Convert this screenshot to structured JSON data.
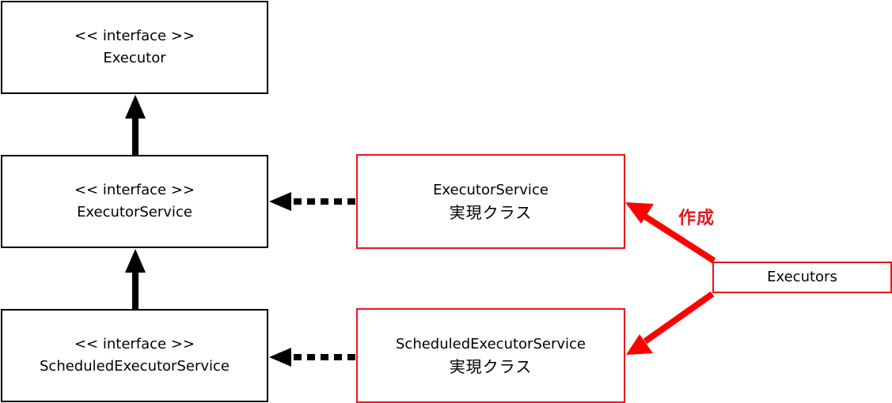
{
  "boxes": {
    "executor": {
      "stereotype": "<< interface >>",
      "name": "Executor"
    },
    "executor_service": {
      "stereotype": "<< interface >>",
      "name": "ExecutorService"
    },
    "scheduled_executor_service": {
      "stereotype": "<< interface >>",
      "name": "ScheduledExecutorService"
    },
    "impl_executor_service": {
      "name": "ExecutorService",
      "subtitle": "実現クラス"
    },
    "impl_scheduled_executor_service": {
      "name": "ScheduledExecutorService",
      "subtitle": "実現クラス"
    },
    "executors": {
      "name": "Executors"
    }
  },
  "labels": {
    "create": "作成"
  },
  "colors": {
    "interface_border": "#000000",
    "impl_border": "#e8171d",
    "create_arrow": "#ff0000",
    "create_label": "#e8171d"
  }
}
